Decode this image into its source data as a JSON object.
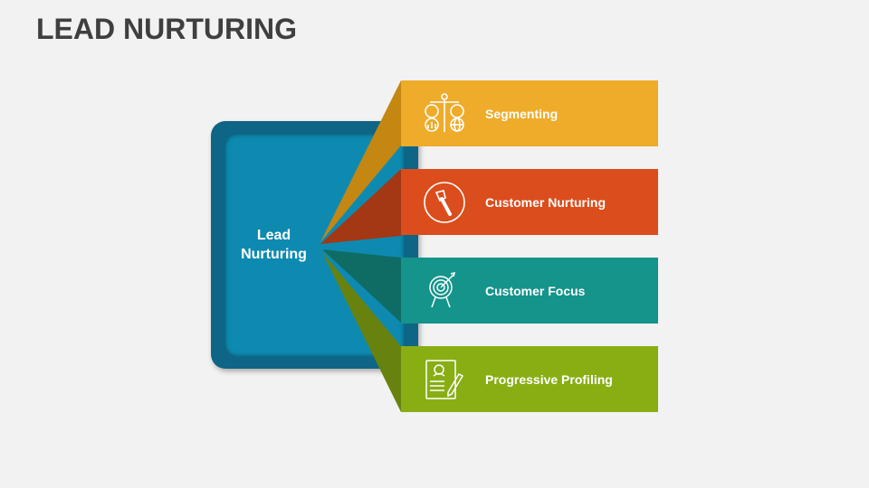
{
  "title": "LEAD NURTURING",
  "center": {
    "line1": "Lead",
    "line2": "Nurturing"
  },
  "items": [
    {
      "label": "Segmenting",
      "icon": "segmenting-icon",
      "color": "#efab2a",
      "dark": "#c48712"
    },
    {
      "label": "Customer Nurturing",
      "icon": "plant-tool-icon",
      "color": "#db4d1d",
      "dark": "#a43714"
    },
    {
      "label": "Customer Focus",
      "icon": "target-icon",
      "color": "#14948a",
      "dark": "#0f6c64"
    },
    {
      "label": "Progressive Profiling",
      "icon": "profile-document-icon",
      "color": "#88ae14",
      "dark": "#68820f"
    }
  ]
}
